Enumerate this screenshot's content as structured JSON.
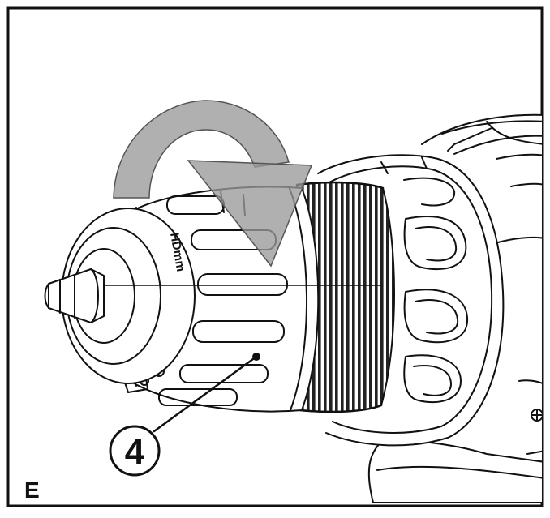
{
  "figure": {
    "panel_label": "E",
    "callout_number": "4",
    "chuck_marking": "HDmm",
    "colors": {
      "line": "#111111",
      "arrow_fill": "#9a9a9a",
      "background": "#ffffff"
    }
  }
}
